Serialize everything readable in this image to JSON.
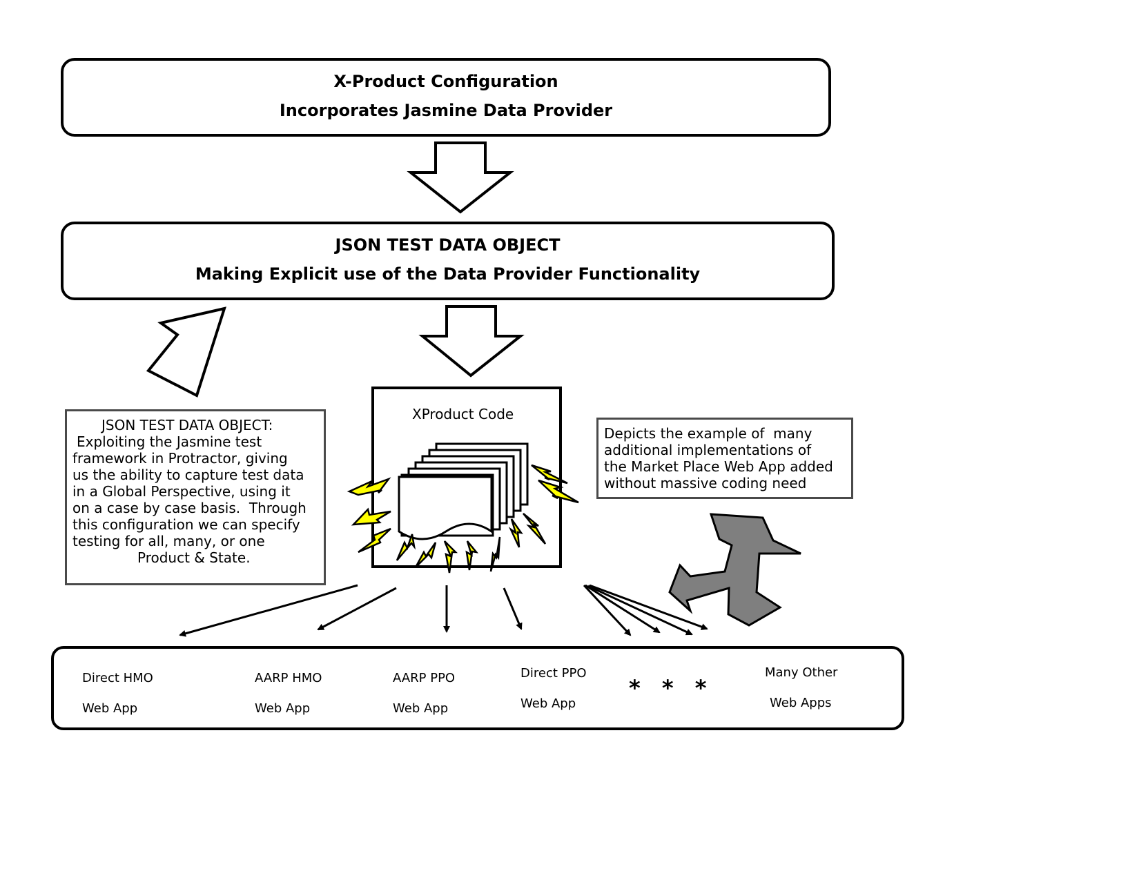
{
  "top_box": {
    "line1": "X-Product Configuration",
    "line2": "Incorporates Jasmine Data Provider"
  },
  "json_box": {
    "line1": "JSON TEST DATA OBJECT",
    "line2": "Making Explicit use of the Data Provider Functionality"
  },
  "left_note": {
    "lines": [
      "JSON TEST DATA OBJECT:",
      "Exploiting the Jasmine test",
      "framework in Protractor, giving",
      "us the ability to capture test data",
      "in a Global Perspective, using it",
      "on a case by case basis.  Through",
      "this configuration we can specify",
      "testing for all, many, or one",
      "Product & State."
    ]
  },
  "code_box": {
    "title": "XProduct Code"
  },
  "right_note": {
    "lines": [
      "Depicts the example of  many",
      "additional implementations of",
      "the Market Place Web App added",
      "without massive coding need"
    ]
  },
  "web_apps": [
    {
      "line1": "Direct HMO",
      "line2": "Web App"
    },
    {
      "line1": "AARP HMO",
      "line2": "Web App"
    },
    {
      "line1": "AARP PPO",
      "line2": "Web App"
    },
    {
      "line1": "Direct PPO",
      "line2": "Web App"
    },
    {
      "line1": "Many Other",
      "line2": "Web Apps"
    }
  ],
  "ellipsis": "* * *",
  "colors": {
    "lightning_fill": "#ffff00",
    "expand_arrow_fill": "#7f7f7f",
    "note_border": "#4a4a4a"
  }
}
